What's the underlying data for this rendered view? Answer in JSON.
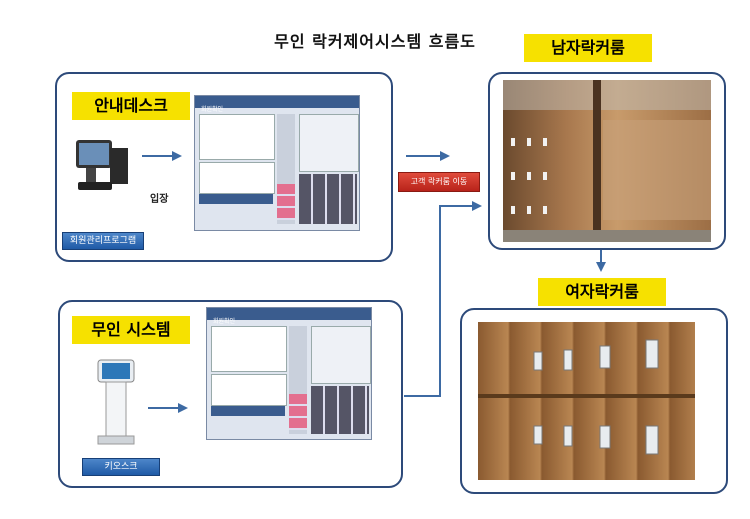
{
  "title": "무인 락커제어시스템 흐름도",
  "men_room": {
    "label": "남자락커룸"
  },
  "women_room": {
    "label": "여자락커룸"
  },
  "desk": {
    "label": "안내데스크",
    "tag": "회원관리프로그램",
    "entry": "입장"
  },
  "kiosk": {
    "label": "무인 시스템",
    "tag": "키오스크"
  },
  "move_tag": "고객 락커룸 이동",
  "screen_title": "회원확인",
  "colors": {
    "panel_border": "#2d4a7a",
    "label_yellow": "#f6e100",
    "tag_blue": "#1f5aa6",
    "tag_red": "#c8291d",
    "arrow": "#3d6aa3"
  }
}
